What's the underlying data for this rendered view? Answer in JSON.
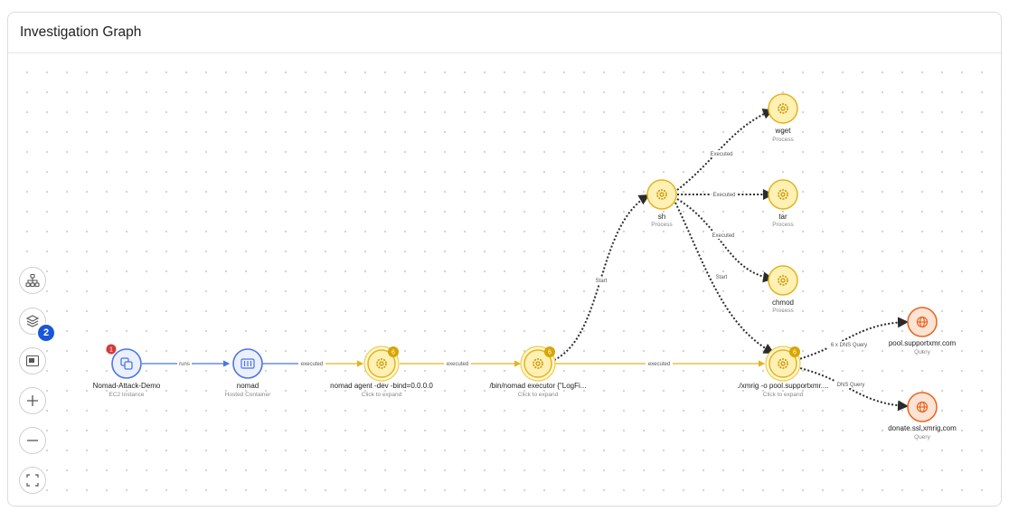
{
  "panel": {
    "title": "Investigation Graph"
  },
  "toolbar": {
    "layers_badge": "2",
    "tools": [
      {
        "name": "hierarchy-layout-button",
        "icon": "hierarchy-icon"
      },
      {
        "name": "layers-button",
        "icon": "layers-icon"
      },
      {
        "name": "minimap-button",
        "icon": "minimap-icon"
      },
      {
        "name": "zoom-in-button",
        "icon": "plus-icon"
      },
      {
        "name": "zoom-out-button",
        "icon": "minus-icon"
      },
      {
        "name": "fit-view-button",
        "icon": "fit-screen-icon"
      }
    ]
  },
  "colors": {
    "instance": "#4d74e0",
    "process": "#e9b710",
    "query": "#e9631f",
    "alert": "#d63a3a",
    "edge_dotted": "#2b2b2b"
  },
  "nodes": [
    {
      "id": "ec2",
      "label": "Nomad-Attack-Demo",
      "sublabel": "EC2 Instance",
      "type": "instance",
      "icon": "copy-squares-icon",
      "alert_count": "1"
    },
    {
      "id": "container",
      "label": "nomad",
      "sublabel": "Hosted Container",
      "type": "instance",
      "icon": "container-icon"
    },
    {
      "id": "agent",
      "label": "nomad agent -dev -bind=0.0.0.0",
      "sublabel": "Click to expand",
      "type": "process",
      "icon": "gear-icon",
      "count": "6"
    },
    {
      "id": "executor",
      "label": "/bin/nomad executor {\"LogFi...",
      "sublabel": "Click to expand",
      "type": "process",
      "icon": "gear-icon",
      "count": "6"
    },
    {
      "id": "sh",
      "label": "sh",
      "sublabel": "Process",
      "type": "process",
      "icon": "gear-icon"
    },
    {
      "id": "wget",
      "label": "wget",
      "sublabel": "Process",
      "type": "process",
      "icon": "gear-icon"
    },
    {
      "id": "tar",
      "label": "tar",
      "sublabel": "Process",
      "type": "process",
      "icon": "gear-icon"
    },
    {
      "id": "chmod",
      "label": "chmod",
      "sublabel": "Process",
      "type": "process",
      "icon": "gear-icon"
    },
    {
      "id": "xmrig",
      "label": "./xmrig -o pool.supportxmr....",
      "sublabel": "Click to expand",
      "type": "process",
      "icon": "gear-icon",
      "count": "6"
    },
    {
      "id": "pool",
      "label": "pool.supportxmr.com",
      "sublabel": "Query",
      "type": "query",
      "icon": "globe-icon"
    },
    {
      "id": "donate",
      "label": "donate.ssl.xmrig.com",
      "sublabel": "Query",
      "type": "query",
      "icon": "globe-icon"
    }
  ],
  "edges": [
    {
      "id": "e1",
      "label": "runs"
    },
    {
      "id": "e2",
      "label": "executed"
    },
    {
      "id": "e3",
      "label": "executed"
    },
    {
      "id": "e4",
      "label": "executed"
    },
    {
      "id": "e5",
      "label": "Start"
    },
    {
      "id": "e6",
      "label": "Executed"
    },
    {
      "id": "e7",
      "label": "Executed"
    },
    {
      "id": "e8",
      "label": "Executed"
    },
    {
      "id": "e9",
      "label": "Start"
    },
    {
      "id": "e10",
      "label": "6 x DNS Query"
    },
    {
      "id": "e11",
      "label": "DNS Query"
    }
  ]
}
